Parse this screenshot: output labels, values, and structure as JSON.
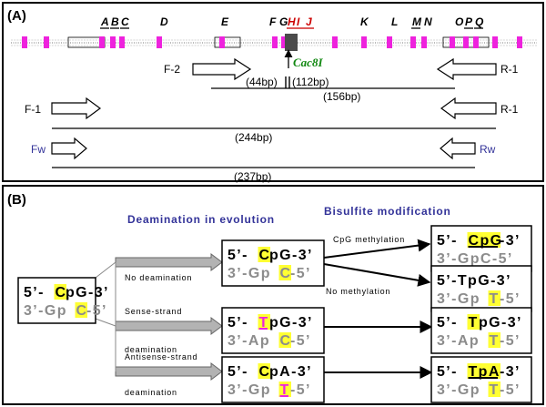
{
  "panelA": {
    "label": "(A)",
    "sites": [
      {
        "text": "A",
        "underline": true,
        "color": "#000000"
      },
      {
        "text": "B",
        "underline": true,
        "color": "#000000"
      },
      {
        "text": "C",
        "underline": true,
        "color": "#000000"
      },
      {
        "text": "D",
        "underline": false,
        "color": "#000000"
      },
      {
        "text": "E",
        "underline": false,
        "color": "#000000"
      },
      {
        "text": "F",
        "underline": false,
        "color": "#000000"
      },
      {
        "text": "G",
        "underline": false,
        "color": "#000000"
      },
      {
        "text": "H",
        "underline": true,
        "color": "#cc0000"
      },
      {
        "text": "I",
        "underline": true,
        "color": "#cc0000"
      },
      {
        "text": "J",
        "underline": true,
        "color": "#cc0000"
      },
      {
        "text": "K",
        "underline": false,
        "color": "#000000"
      },
      {
        "text": "L",
        "underline": false,
        "color": "#000000"
      },
      {
        "text": "M",
        "underline": true,
        "color": "#000000"
      },
      {
        "text": "N",
        "underline": false,
        "color": "#000000"
      },
      {
        "text": "O",
        "underline": false,
        "color": "#000000"
      },
      {
        "text": "P",
        "underline": true,
        "color": "#000000"
      },
      {
        "text": "Q",
        "underline": true,
        "color": "#000000"
      }
    ],
    "enzyme": "Cac8I",
    "primers": {
      "f2": "F-2",
      "r1": "R-1",
      "f1": "F-1",
      "fw": "Fw",
      "rw": "Rw"
    },
    "sizes": {
      "s44": "(44bp)",
      "s112": "(112bp)",
      "s156": "(156bp)",
      "s244": "(244bp)",
      "s237": "(237bp)"
    }
  },
  "panelB": {
    "label": "(B)",
    "header_deamination": "Deamination in evolution",
    "header_bisulfite": "Bisulfite modification",
    "start": {
      "top": [
        "5’-",
        "C",
        "pG-3’"
      ],
      "bottom": [
        "3’-Gp",
        "C",
        "-5’"
      ]
    },
    "arrow_labels": {
      "no_deam": "No deamination",
      "sense_1": "Sense-strand",
      "sense_2": "deamination",
      "anti_1": "Antisense-strand",
      "anti_2": "deamination",
      "cpg_meth": "CpG methylation",
      "no_meth": "No methylation"
    },
    "mid": {
      "no_deam": {
        "top": [
          "5’-",
          "C",
          "pG-3’"
        ],
        "bottom": [
          "3’-Gp",
          "C",
          "-5’"
        ]
      },
      "sense": {
        "top": [
          "5’-",
          "T",
          "pG-3’"
        ],
        "bottom": [
          "3’-Ap",
          "C",
          "-5’"
        ]
      },
      "anti": {
        "top": [
          "5’-",
          "C",
          "pA-3’"
        ],
        "bottom": [
          "3’-Gp",
          "T",
          "-5’"
        ]
      }
    },
    "right": {
      "meth": {
        "top": [
          "5’-",
          "CpG",
          "-3’"
        ],
        "bottom": [
          "3’-GpC-5’"
        ]
      },
      "nometh": {
        "top": [
          "5’-TpG-3’"
        ],
        "bottom": [
          "3’-Gp",
          "T",
          "-5’"
        ]
      },
      "sense": {
        "top": [
          "5’-",
          "T",
          "pG-3’"
        ],
        "bottom": [
          "3’-Ap",
          "T",
          "-5’"
        ]
      },
      "anti": {
        "top": [
          "5’-",
          "TpA",
          "-3’"
        ],
        "bottom": [
          "3’-Gp",
          "T",
          "-5’"
        ]
      }
    }
  },
  "colors": {
    "highlight": "#ffff33",
    "magenta": "#ee22dd",
    "blue": "#333399",
    "green": "#118811",
    "red": "#cc0000",
    "gray": "#8c8c8c"
  }
}
